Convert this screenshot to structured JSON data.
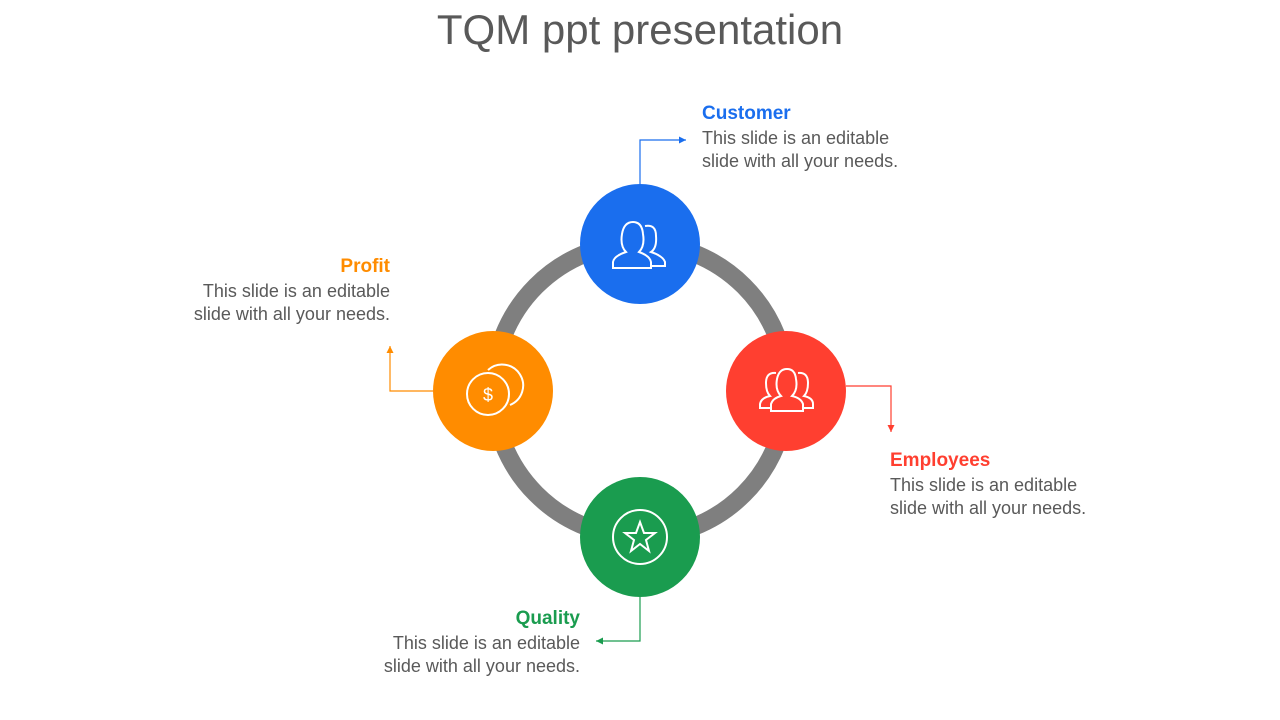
{
  "title": "TQM ppt presentation",
  "colors": {
    "ring": "#7f7f7f",
    "customer": "#1a6eee",
    "profit": "#ff8c00",
    "employees": "#ff3f30",
    "quality": "#1a9c4f"
  },
  "items": [
    {
      "name": "Customer",
      "line1": "This slide is an editable",
      "line2": "slide with all your needs.",
      "icon": "users-icon"
    },
    {
      "name": "Profit",
      "line1": "This slide is an editable",
      "line2": "slide with all your needs.",
      "icon": "coins-icon"
    },
    {
      "name": "Employees",
      "line1": "This slide is an editable",
      "line2": "slide with all your needs.",
      "icon": "group-icon"
    },
    {
      "name": "Quality",
      "line1": "This slide is an editable",
      "line2": "slide with all your needs.",
      "icon": "star-badge-icon"
    }
  ]
}
